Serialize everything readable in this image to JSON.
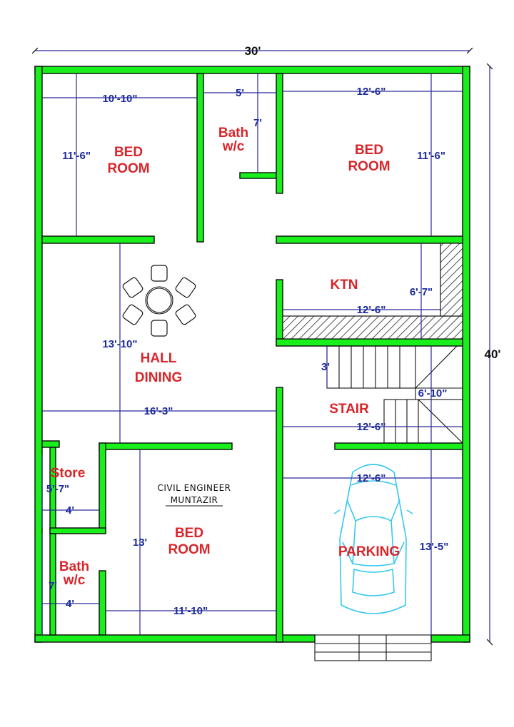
{
  "rooms": {
    "bedroom_top_left": [
      "BED",
      "ROOM"
    ],
    "bath_top": [
      "Bath",
      "w/c"
    ],
    "bedroom_top_right": [
      "BED",
      "ROOM"
    ],
    "kitchen": "KTN",
    "hall": [
      "HALL",
      "DINING"
    ],
    "stair": "STAIR",
    "store": "Store",
    "bedroom_bottom": [
      "BED",
      "ROOM"
    ],
    "bath_bottom": [
      "Bath",
      "w/c"
    ],
    "parking": "PARKING"
  },
  "dimensions": {
    "overall_width": "30'",
    "overall_depth": "40'",
    "bed_tl_width": "10'-10\"",
    "bed_tl_depth": "11'-6\"",
    "bath_top_width": "5'",
    "bath_top_depth": "7'",
    "bed_tr_width": "12'-6\"",
    "bed_tr_depth": "11'-6\"",
    "ktn_depth": "6'-7\"",
    "ktn_width": "12'-6\"",
    "hall_depth": "13'-10\"",
    "hall_width": "16'-3\"",
    "stair_step": "3'",
    "stair_depth": "6'-10\"",
    "stair_width": "12'-6\"",
    "store_depth": "5'-7\"",
    "store_width": "4'",
    "parking_width": "12'-6\"",
    "parking_depth": "13'-5\"",
    "bed_b_depth": "13'",
    "bed_b_width": "11'-10\"",
    "bath_b_depth": "7'",
    "bath_b_width": "4'"
  },
  "credit": [
    "CIVIL ENGINEER",
    "MUNTAZIR"
  ],
  "colors": {
    "wall": "#18ef1b",
    "room_label": "#d8252a",
    "dimension": "#1b2a9a",
    "car": "#35c8f0"
  },
  "icons": [
    "dining-table-icon",
    "car-icon",
    "kitchen-counter-hatch",
    "staircase-icon",
    "entry-steps-icon"
  ]
}
